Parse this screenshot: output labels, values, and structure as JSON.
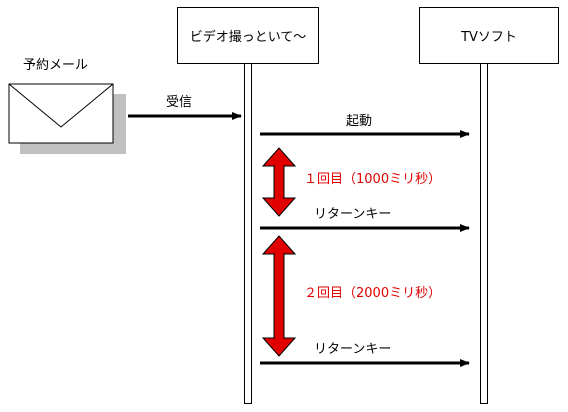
{
  "mail": {
    "label": "予約メール"
  },
  "participants": [
    {
      "label": "ビデオ撮っといて～"
    },
    {
      "label": "TVソフト"
    }
  ],
  "messages": [
    {
      "label": "受信"
    },
    {
      "label": "起動"
    },
    {
      "label": "リターンキー"
    },
    {
      "label": "リターンキー"
    }
  ],
  "intervals": [
    {
      "label": "１回目（1000ミリ秒）"
    },
    {
      "label": "２回目（2000ミリ秒）"
    }
  ],
  "colors": {
    "interval": "#e00000",
    "line": "#000000",
    "shadow": "#c0c0c0"
  }
}
